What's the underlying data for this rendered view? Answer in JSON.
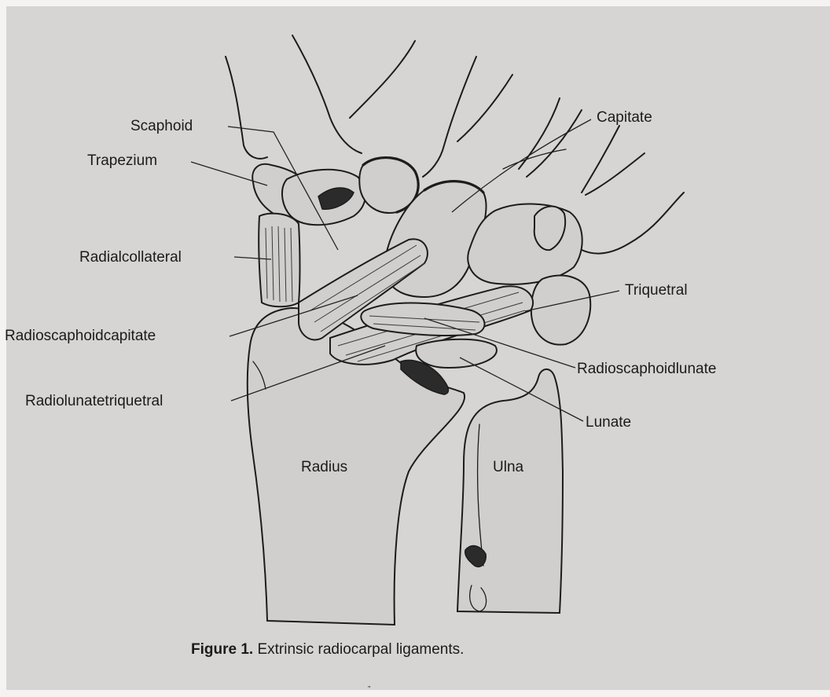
{
  "figure": {
    "caption_number": "Figure 1.",
    "caption_text": "Extrinsic radiocarpal ligaments.",
    "page_mark": "”"
  },
  "labels": {
    "scaphoid": "Scaphoid",
    "trapezium": "Trapezium",
    "capitate": "Capitate",
    "radialcollateral": "Radialcollateral",
    "radioscaphoidcapitate": "Radioscaphoidcapitate",
    "triquetral": "Triquetral",
    "radioscaphoidlunate": "Radioscaphoidlunate",
    "radiolunatetriquetral": "Radiolunatetriquetral",
    "lunate": "Lunate",
    "radius": "Radius",
    "ulna": "Ulna"
  },
  "colors": {
    "panel_background": "#d6d5d3",
    "page_background": "#f4f3f1",
    "ink": "#1c1c1c"
  }
}
